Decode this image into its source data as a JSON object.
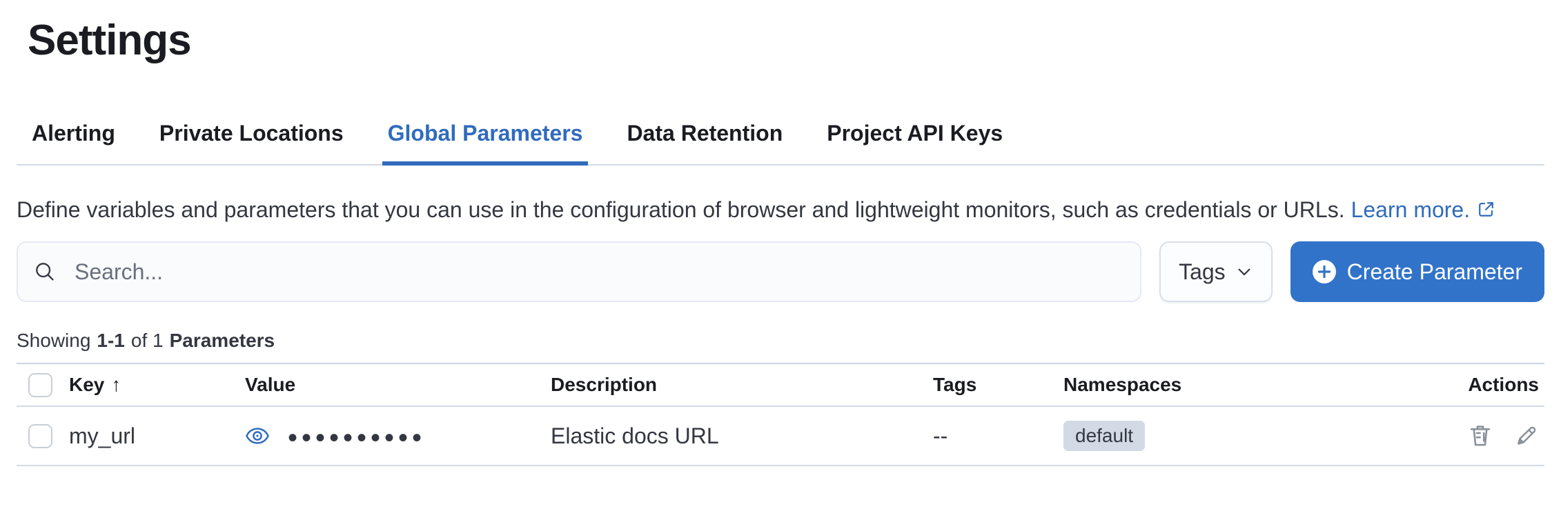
{
  "header": {
    "title": "Settings"
  },
  "tabs": [
    {
      "label": "Alerting",
      "active": false
    },
    {
      "label": "Private Locations",
      "active": false
    },
    {
      "label": "Global Parameters",
      "active": true
    },
    {
      "label": "Data Retention",
      "active": false
    },
    {
      "label": "Project API Keys",
      "active": false
    }
  ],
  "description": {
    "text": "Define variables and parameters that you can use in the configuration of browser and lightweight monitors, such as credentials or URLs.",
    "link_label": "Learn more."
  },
  "toolbar": {
    "search_placeholder": "Search...",
    "search_value": "",
    "tags_button_label": "Tags",
    "create_button_label": "Create Parameter"
  },
  "summary": {
    "showing": "Showing",
    "range": "1-1",
    "of": "of 1",
    "entity": "Parameters"
  },
  "table": {
    "headers": {
      "key": "Key",
      "sort_indicator": "↑",
      "value": "Value",
      "description": "Description",
      "tags": "Tags",
      "namespaces": "Namespaces",
      "actions": "Actions"
    },
    "rows": [
      {
        "key": "my_url",
        "value_masked": "••••••••••",
        "description": "Elastic docs URL",
        "tags": "--",
        "namespaces": [
          "default"
        ]
      }
    ]
  },
  "icons": {
    "search": "magnifier",
    "tags_dropdown": "chevron-down",
    "create": "plus-in-circle",
    "learn_more": "external-link",
    "value_toggle": "eye",
    "delete": "trash",
    "edit": "pencil",
    "sort": "arrow-up"
  },
  "colors": {
    "accent_blue": "#306bbd",
    "button_blue": "#3173c9",
    "badge_background": "#d3dae6",
    "border_gray": "#d3dae6",
    "text_dark": "#343741",
    "heading_black": "#1a1c21"
  }
}
